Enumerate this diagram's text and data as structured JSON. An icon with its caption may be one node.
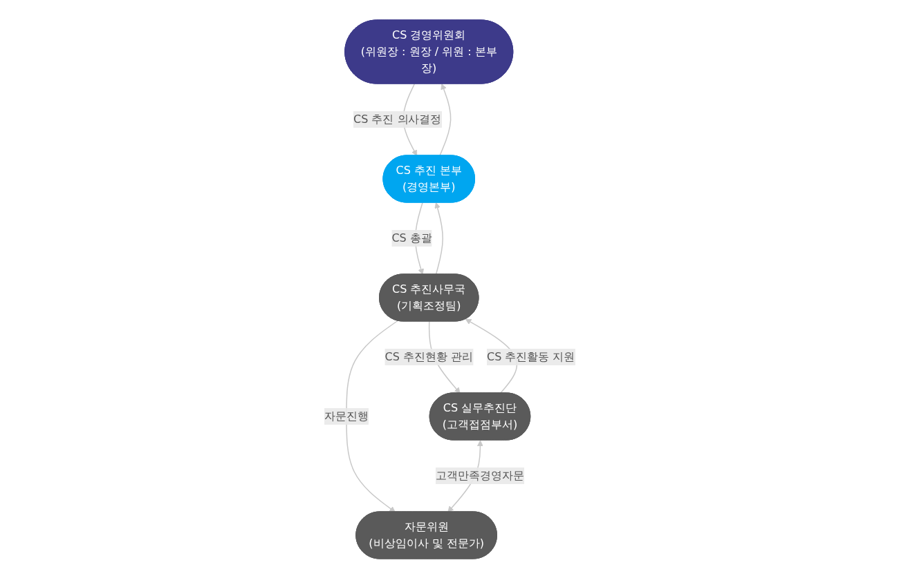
{
  "diagram": {
    "nodes": [
      {
        "text": [
          "CS 경영위원회",
          "(위원장 : 원장 / 위원 : 본부장)"
        ]
      },
      {
        "text": [
          "CS 추진 본부",
          "(경영본부)"
        ]
      },
      {
        "text": [
          "CS 실무추진단",
          "(고객접점부서)"
        ]
      },
      {
        "text": [
          "CS 추진사무국",
          "(기획조정팀)"
        ]
      },
      {
        "text": [
          "자문위원",
          "(비상임이사 및 전문가)"
        ]
      }
    ],
    "edges": [
      {
        "from": 1,
        "to": 0,
        "arrow": "to"
      },
      {
        "from": 0,
        "to": 1,
        "arrow": "to",
        "label": "CS 추진 의사결정"
      },
      {
        "from": 3,
        "to": 1,
        "arrow": "to"
      },
      {
        "from": 1,
        "to": 3,
        "arrow": "to",
        "label": "CS 총괄"
      },
      {
        "from": 3,
        "to": 2,
        "arrow": "to",
        "label": "CS 추진현황 관리"
      },
      {
        "from": 2,
        "to": 3,
        "arrow": "to",
        "label": "CS 추진활동 지원"
      },
      {
        "from": 3,
        "to": 4,
        "arrow": "to",
        "label": "자문진행"
      },
      {
        "from": 2,
        "to": 4,
        "arrow": "both",
        "label": "고객만족경영자문"
      }
    ]
  }
}
